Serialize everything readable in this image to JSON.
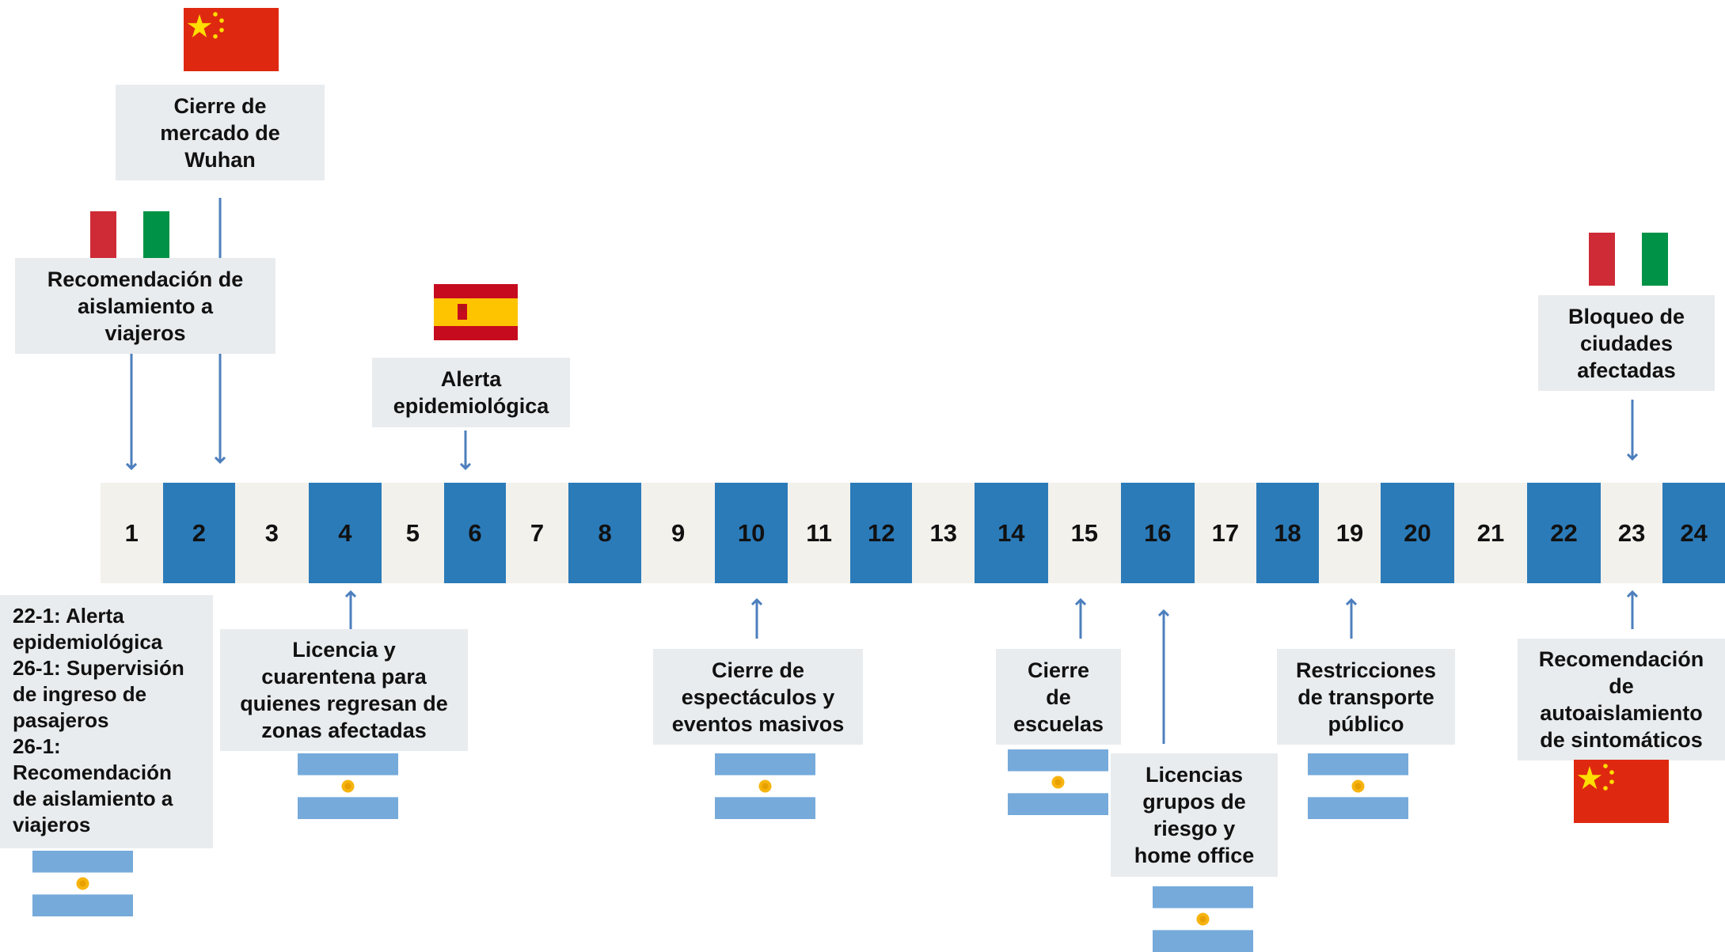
{
  "colors": {
    "timeline_blue": "#2b7bb9",
    "timeline_light": "#f2f1ec",
    "box_bg": "#e9ecee",
    "arrow": "#4d7fbd",
    "arg_blue": "#75aadb",
    "china_red": "#de2910",
    "china_star": "#ffde00",
    "italy_green": "#009246",
    "italy_red": "#ce2b37",
    "spain_red": "#c60b1e",
    "spain_yellow": "#ffc400"
  },
  "timeline": {
    "cells": [
      "1",
      "2",
      "3",
      "4",
      "5",
      "6",
      "7",
      "8",
      "9",
      "10",
      "11",
      "12",
      "13",
      "14",
      "15",
      "16",
      "17",
      "18",
      "19",
      "20",
      "21",
      "22",
      "23",
      "24"
    ],
    "highlighted": [
      "2",
      "4",
      "6",
      "8",
      "10",
      "12",
      "14",
      "16",
      "18",
      "20",
      "22",
      "24"
    ]
  },
  "events_top": [
    {
      "lines": [
        "Cierre de",
        "mercado de",
        "Wuhan"
      ],
      "flag": "china-flag"
    },
    {
      "lines": [
        "Recomendación de",
        "aislamiento a",
        "viajeros"
      ],
      "flag": "italy-flag"
    },
    {
      "lines": [
        "Alerta",
        "epidemiológica"
      ],
      "flag": "spain-flag"
    },
    {
      "lines": [
        "Bloqueo  de",
        "ciudades",
        "afectadas"
      ],
      "flag": "italy-flag"
    }
  ],
  "events_bottom": [
    {
      "lines": [
        "22-1: Alerta",
        "epidemiológica",
        "26-1: Supervisión",
        "de  ingreso de",
        "pasajeros",
        "26-1:",
        "Recomendación",
        "de aislamiento a",
        "viajeros"
      ],
      "flag": "argentina-flag"
    },
    {
      "lines": [
        "Licencia y",
        "cuarentena para",
        "quienes regresan de",
        "zonas afectadas"
      ],
      "flag": "argentina-flag"
    },
    {
      "lines": [
        "Cierre de",
        "espectáculos y",
        "eventos masivos"
      ],
      "flag": "argentina-flag"
    },
    {
      "lines": [
        "Cierre",
        "de",
        "escuelas"
      ],
      "flag": "argentina-flag"
    },
    {
      "lines": [
        "Licencias",
        "grupos de",
        "riesgo y",
        "home office"
      ],
      "flag": "argentina-flag"
    },
    {
      "lines": [
        "Restricciones",
        "de transporte",
        "público"
      ],
      "flag": "argentina-flag"
    },
    {
      "lines": [
        "Recomendación",
        "de",
        "autoaislamiento",
        "de sintomáticos"
      ],
      "flag": "china-flag"
    }
  ]
}
